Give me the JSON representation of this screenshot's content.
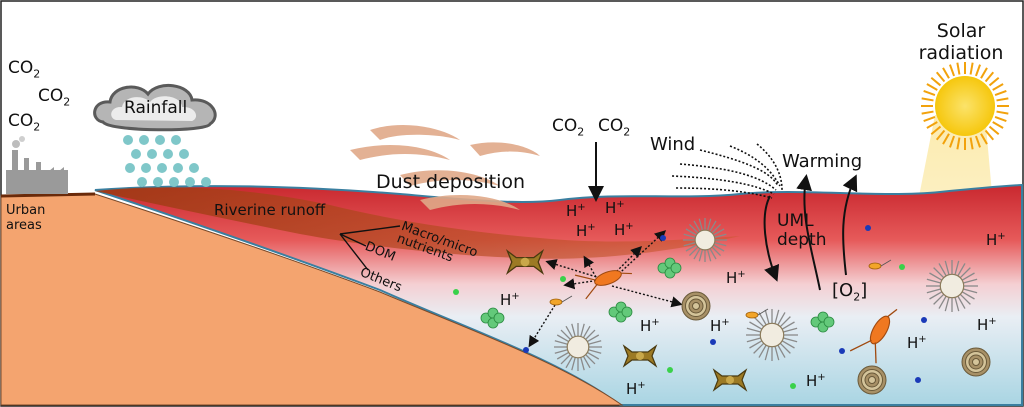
{
  "colors": {
    "ocean_top": "#d8373a",
    "ocean_bottom": "#b9dfe9",
    "land": "#f4a46f",
    "sun": "#f9d21c"
  },
  "labels": {
    "co2_urban_1": "CO",
    "co2_urban_2": "CO",
    "co2_urban_3": "CO",
    "co2_sub": "2",
    "urban": "Urban areas",
    "rainfall": "Rainfall",
    "dust": "Dust deposition",
    "riverine": "Riverine runoff",
    "macro_micro": "Macro/micro nutrients",
    "dom": "DOM",
    "others": "Others",
    "co2_air_a": "CO",
    "co2_air_b": "CO",
    "wind": "Wind",
    "warming": "Warming",
    "uml": "UML depth",
    "o2": "[O",
    "o2_close": "]",
    "solar": "Solar radiation",
    "h": "H",
    "plus": "+"
  },
  "icons": [
    "factory-icon",
    "cloud-icon",
    "raindrop-icon",
    "dust-cloud-icon",
    "sun-icon",
    "copepod-icon",
    "diatom-icon",
    "coccolith-icon",
    "radiolarian-icon",
    "foraminifera-icon"
  ]
}
